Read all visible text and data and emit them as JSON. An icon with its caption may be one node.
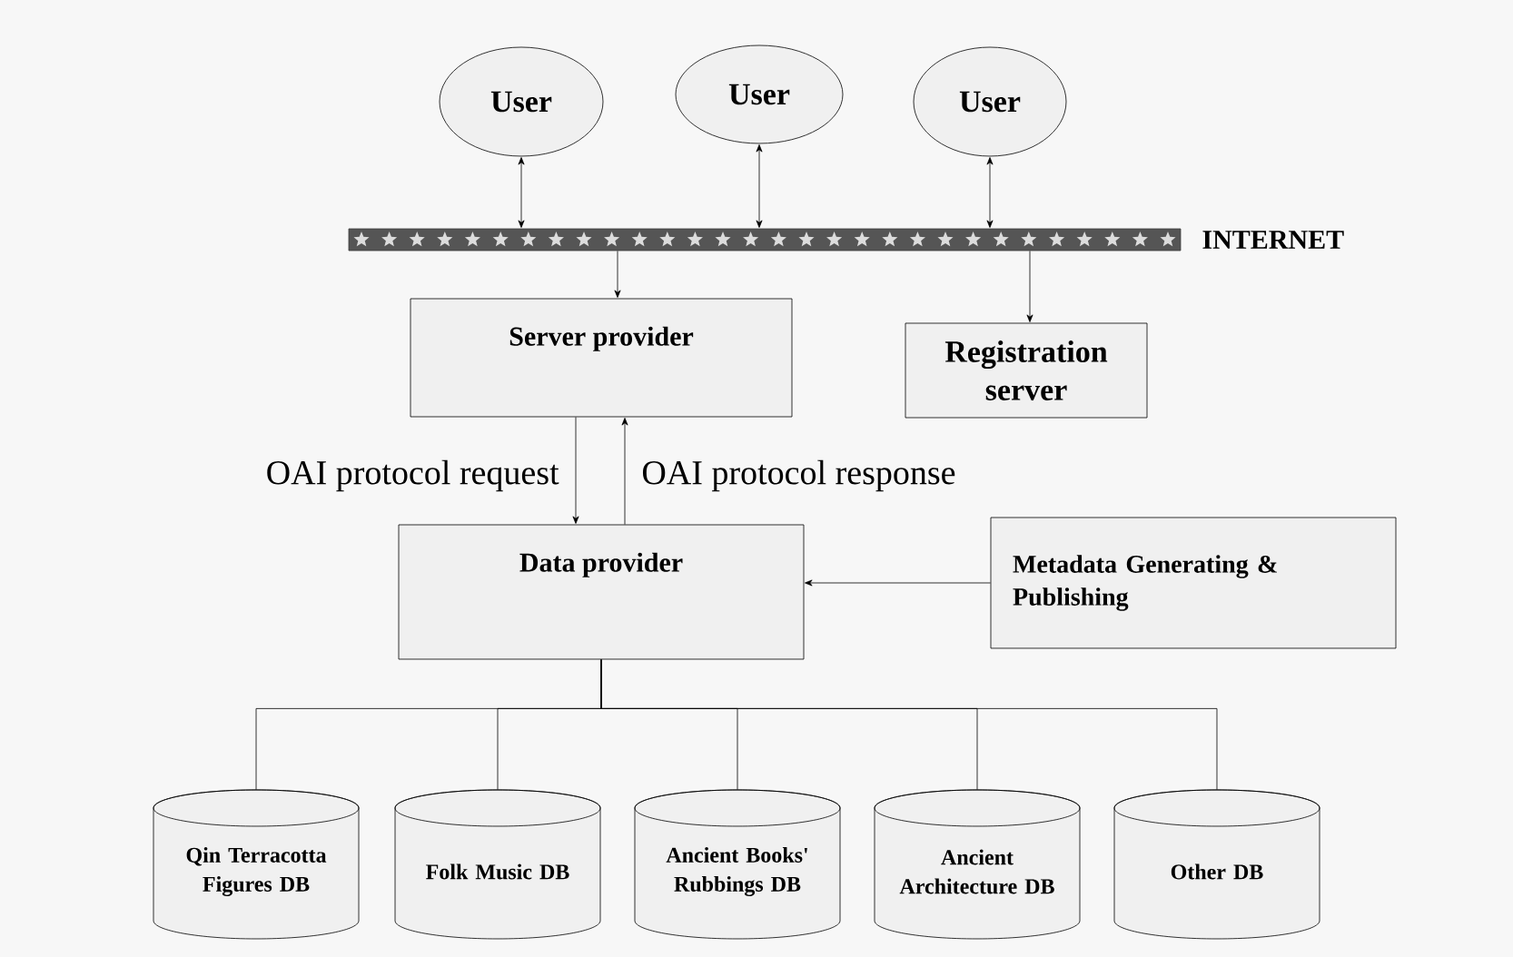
{
  "diagram": {
    "nodes": [
      {
        "text": [
          "User"
        ]
      },
      {
        "text": [
          "User"
        ]
      },
      {
        "text": [
          "User"
        ]
      },
      {
        "text": [
          "INTERNET"
        ]
      },
      {
        "text": [
          "Server provider"
        ]
      },
      {
        "text": [
          "Registration server"
        ]
      },
      {
        "text": [
          "Data provider"
        ]
      },
      {
        "text": [
          "Metadata Generating & Publishing"
        ]
      },
      {
        "text": [
          "Qin Terracotta Figures DB"
        ]
      },
      {
        "text": [
          "Folk Music DB"
        ]
      },
      {
        "text": [
          "Ancient Books' Rubbings DB"
        ]
      },
      {
        "text": [
          "Ancient Architecture DB"
        ]
      },
      {
        "text": [
          "Other DB"
        ]
      }
    ],
    "edges": [
      {
        "from": 0,
        "to": 3,
        "arrow": "both"
      },
      {
        "from": 1,
        "to": 3,
        "arrow": "both"
      },
      {
        "from": 2,
        "to": 3,
        "arrow": "both"
      },
      {
        "from": 3,
        "to": 4,
        "arrow": "to"
      },
      {
        "from": 3,
        "to": 5,
        "arrow": "to"
      },
      {
        "from": 4,
        "to": 6,
        "arrow": "to",
        "label": "OAI protocol request"
      },
      {
        "from": 6,
        "to": 4,
        "arrow": "to",
        "label": "OAI protocol response"
      },
      {
        "from": 7,
        "to": 6,
        "arrow": "to"
      },
      {
        "from": 6,
        "to": 8,
        "arrow": "none"
      },
      {
        "from": 6,
        "to": 9,
        "arrow": "none"
      },
      {
        "from": 6,
        "to": 10,
        "arrow": "none"
      },
      {
        "from": 6,
        "to": 11,
        "arrow": "none"
      },
      {
        "from": 6,
        "to": 12,
        "arrow": "none"
      }
    ]
  }
}
